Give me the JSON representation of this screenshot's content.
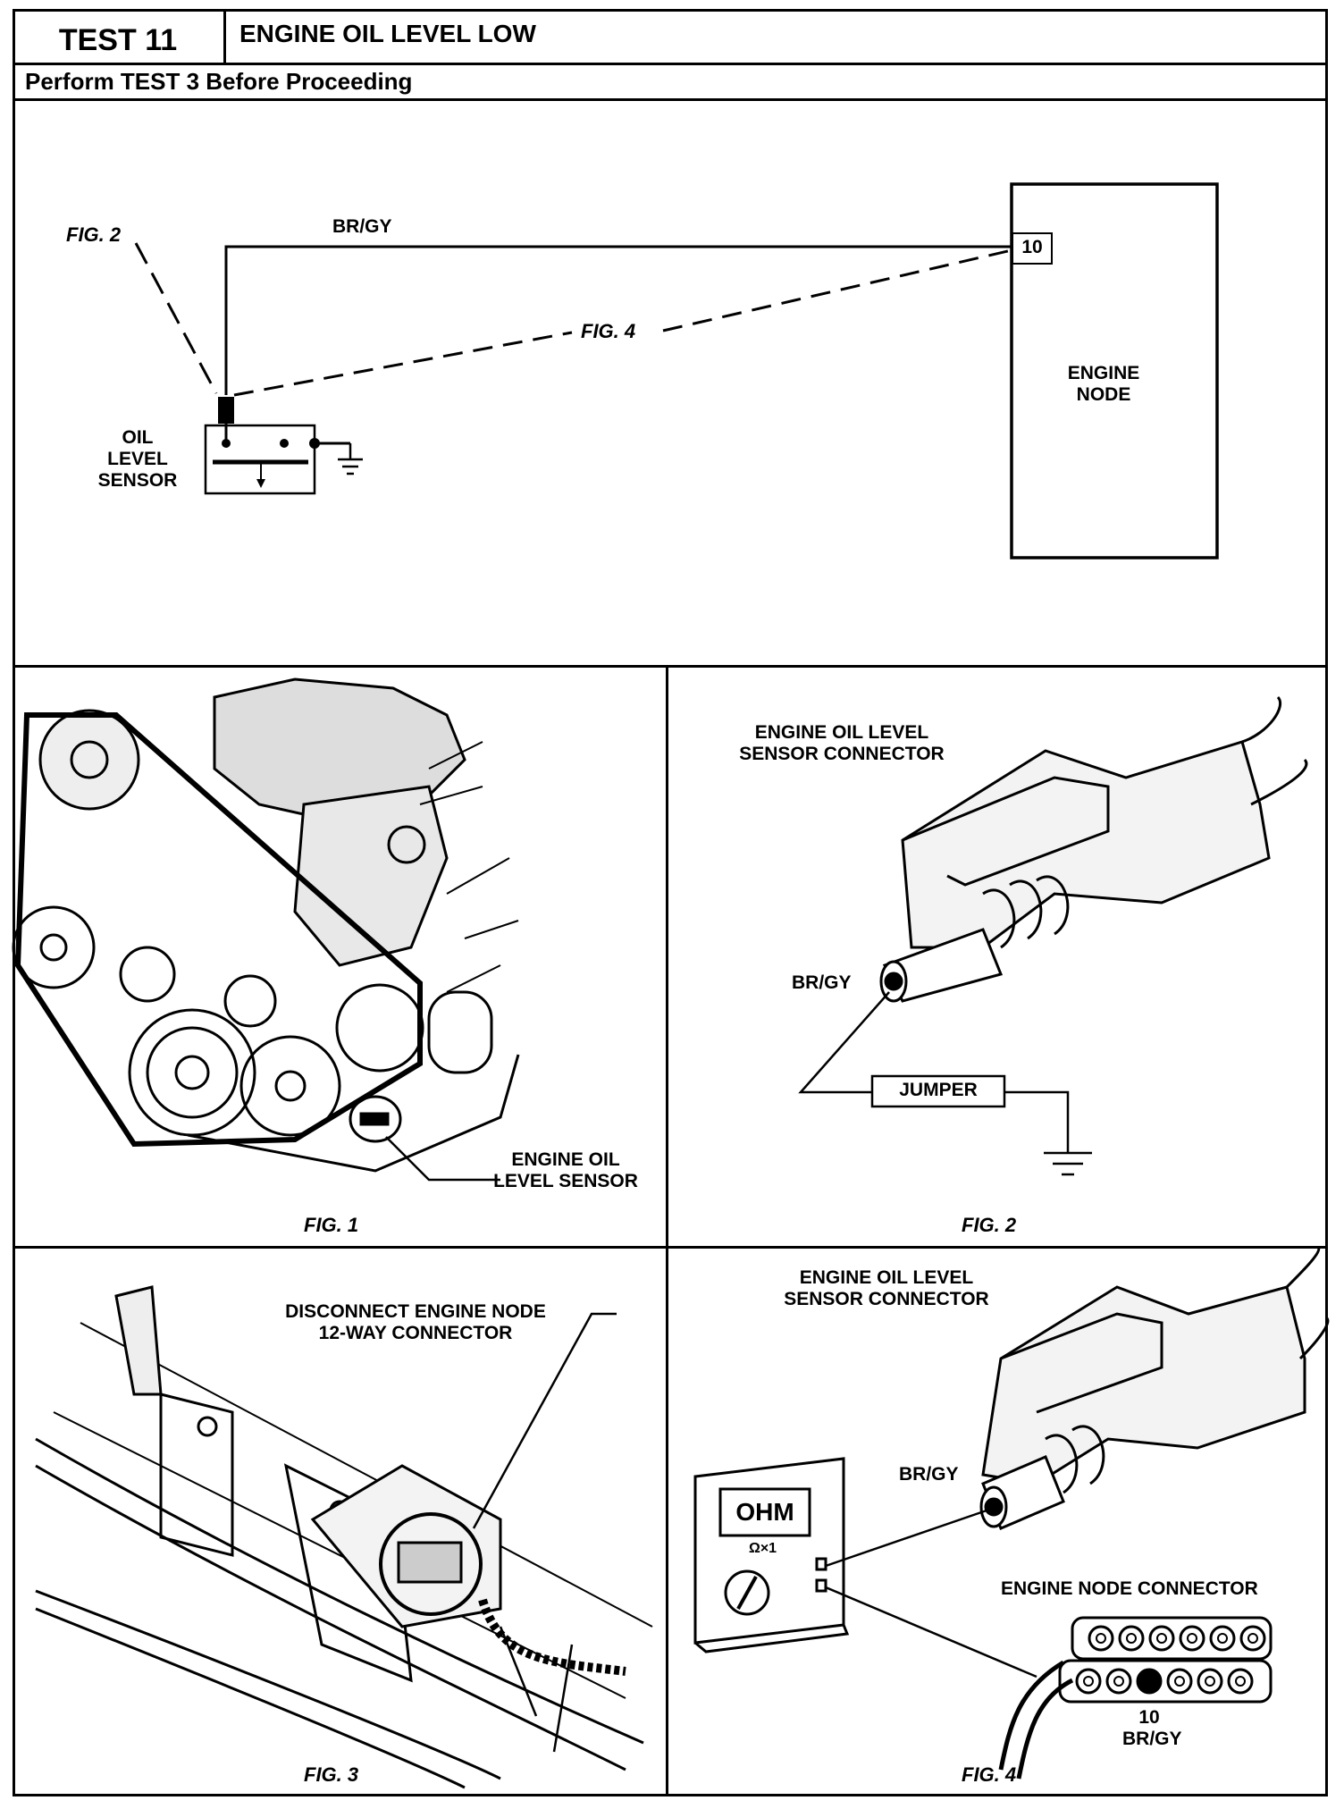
{
  "header": {
    "test_number": "TEST 11",
    "title": "ENGINE OIL LEVEL LOW",
    "subtitle": "Perform TEST 3 Before Proceeding"
  },
  "schematic": {
    "fig2_ref": "FIG. 2",
    "wire_color": "BR/GY",
    "fig4_ref": "FIG. 4",
    "sensor_label_lines": [
      "OIL",
      "LEVEL",
      "SENSOR"
    ],
    "node_pin": "10",
    "node_label_lines": [
      "ENGINE",
      "NODE"
    ]
  },
  "fig1": {
    "callout_lines": [
      "ENGINE OIL",
      "LEVEL SENSOR"
    ],
    "caption": "FIG. 1"
  },
  "fig2": {
    "title_lines": [
      "ENGINE OIL LEVEL",
      "SENSOR CONNECTOR"
    ],
    "wire_color": "BR/GY",
    "jumper_label": "JUMPER",
    "caption": "FIG. 2"
  },
  "fig3": {
    "callout_lines": [
      "DISCONNECT ENGINE NODE",
      "12-WAY CONNECTOR"
    ],
    "caption": "FIG. 3"
  },
  "fig4": {
    "title_lines": [
      "ENGINE OIL LEVEL",
      "SENSOR CONNECTOR"
    ],
    "wire_color": "BR/GY",
    "meter_display": "OHM",
    "meter_range": "Ω×1",
    "node_connector_label": "ENGINE NODE CONNECTOR",
    "pin_number": "10",
    "pin_wire": "BR/GY",
    "caption": "FIG. 4"
  }
}
